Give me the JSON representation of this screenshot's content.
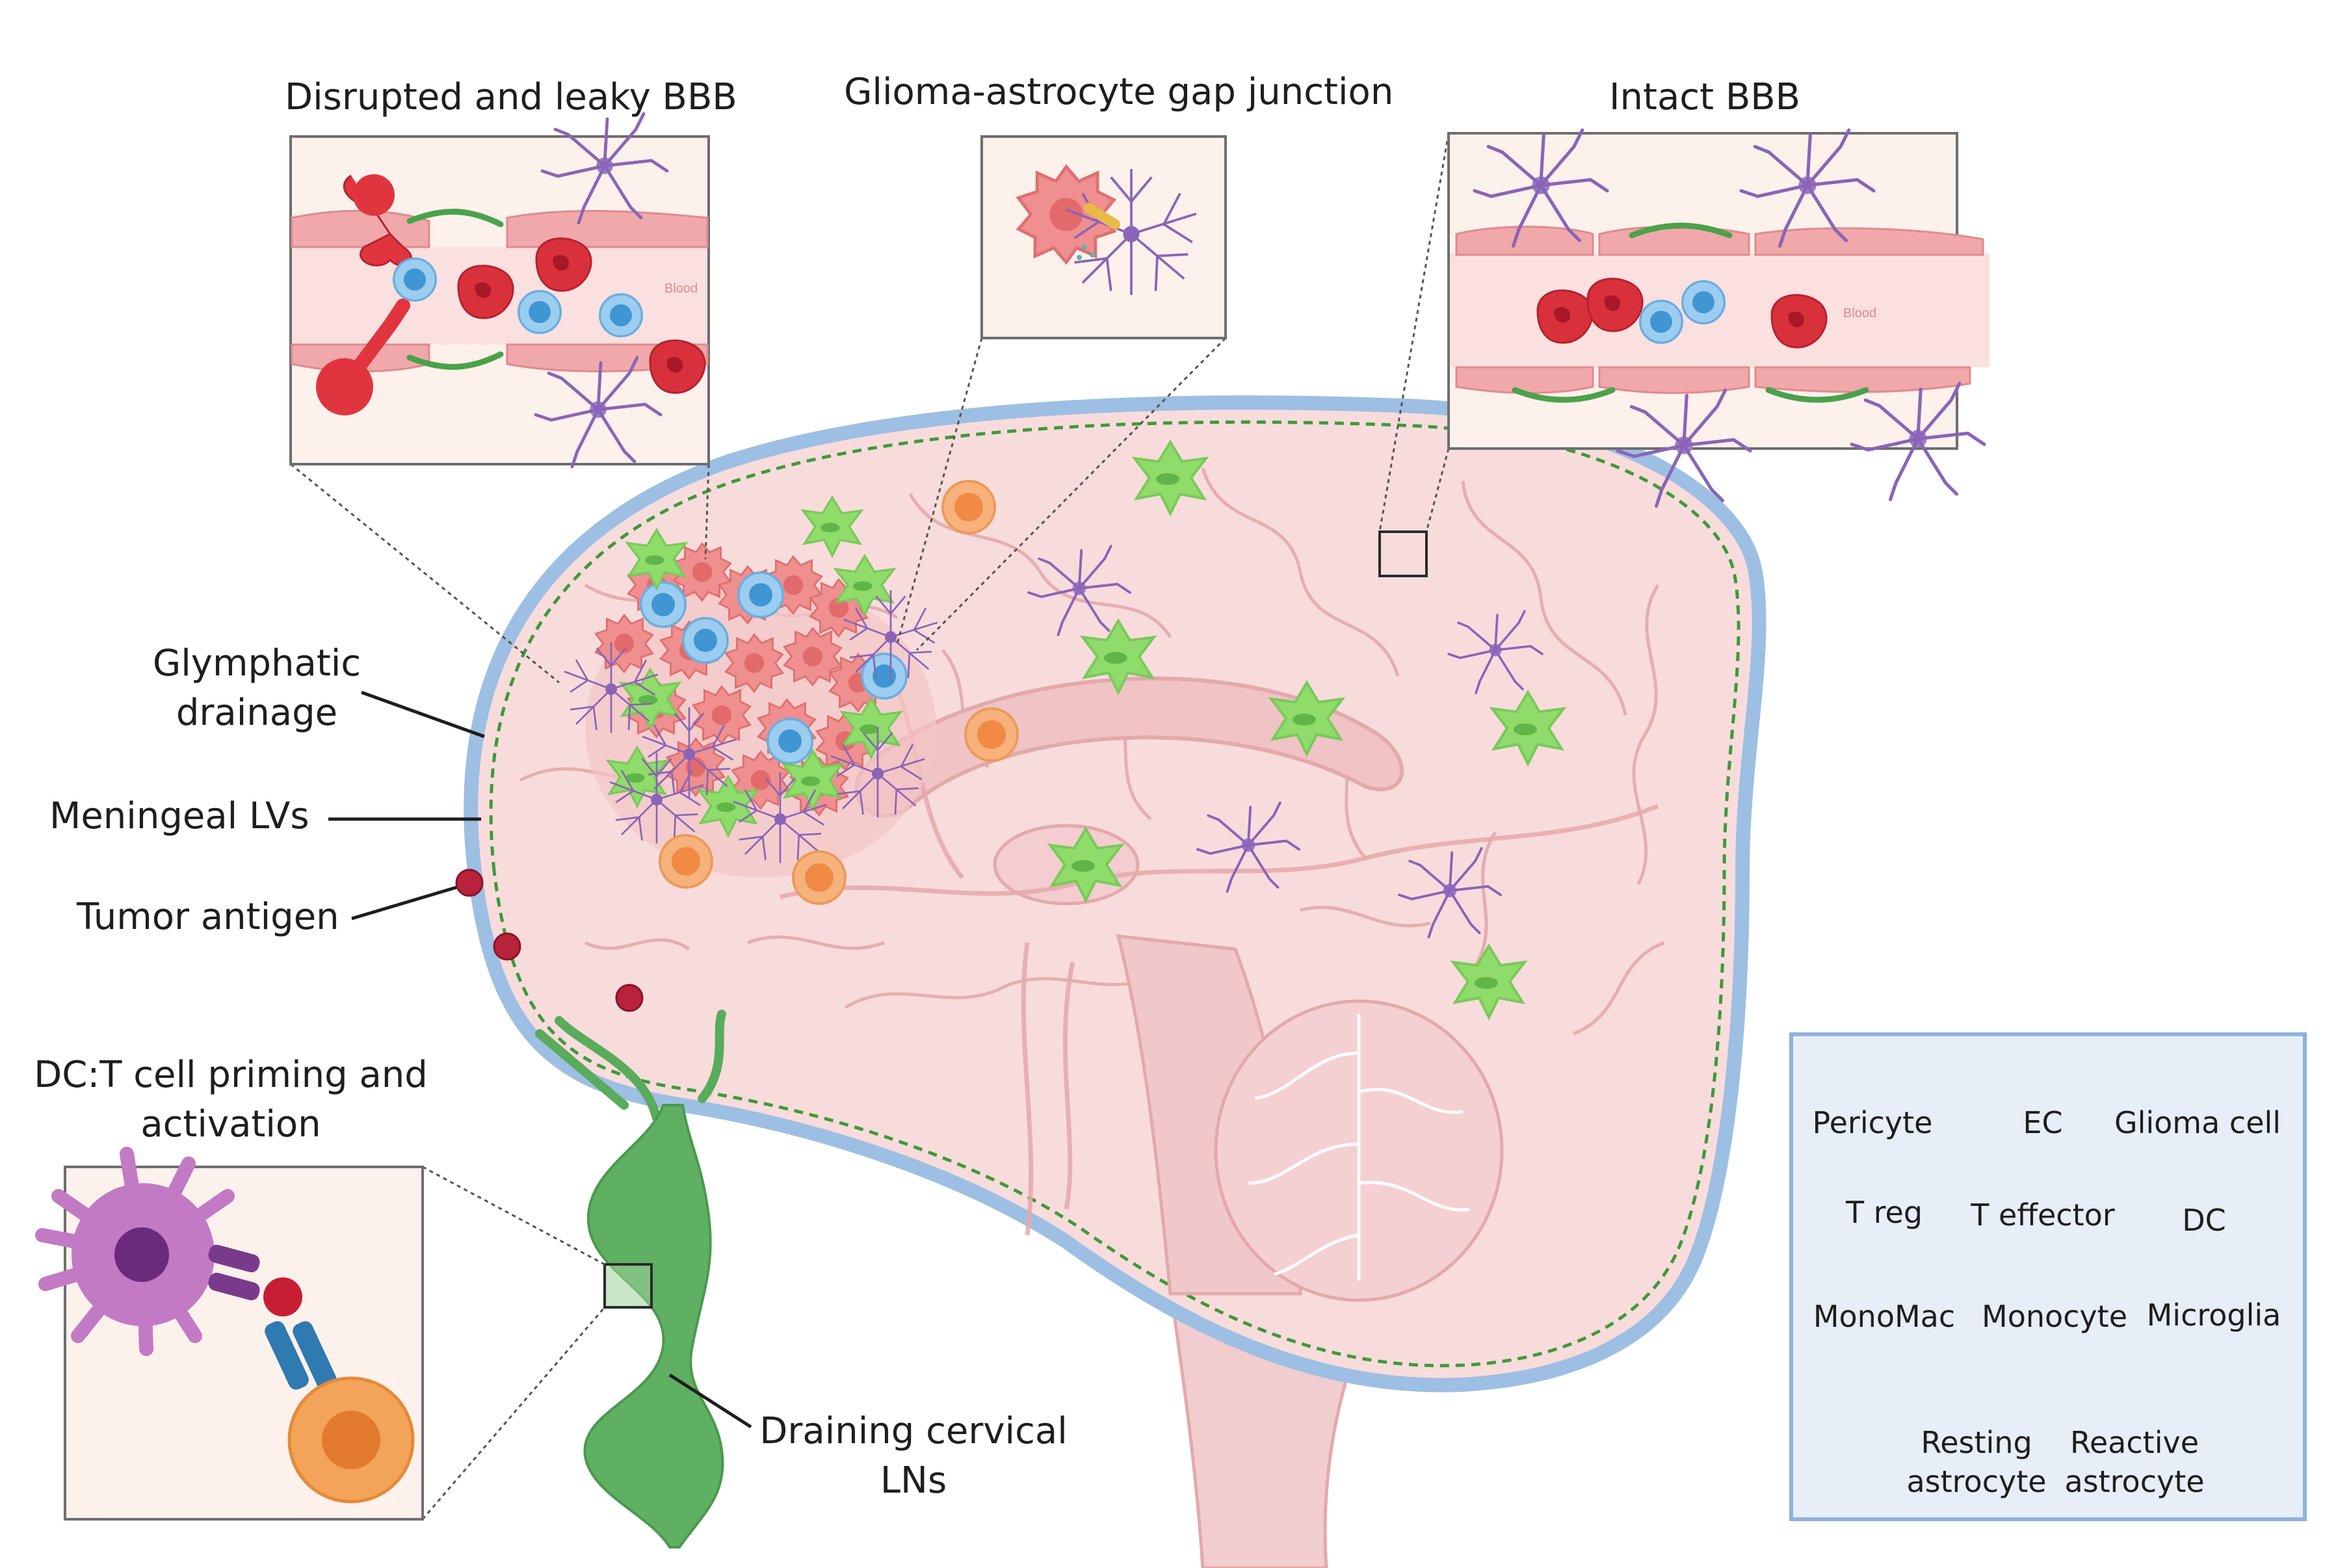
{
  "titles": {
    "disrupted_bbb": "Disrupted and leaky BBB",
    "gap_junction": "Glioma-astrocyte gap junction",
    "intact_bbb": "Intact BBB"
  },
  "inset_text": {
    "blood_left": "Blood",
    "blood_right": "Blood"
  },
  "labels": {
    "glymphatic_line1": "Glymphatic",
    "glymphatic_line2": "drainage",
    "meningeal_lvs": "Meningeal LVs",
    "tumor_antigen": "Tumor antigen",
    "dc_t_line1": "DC:T cell priming and",
    "dc_t_line2": "activation",
    "cervical_line1": "Draining cervical",
    "cervical_line2": "LNs"
  },
  "legend": {
    "items": [
      {
        "label": "Pericyte",
        "icon": "pericyte-icon"
      },
      {
        "label": "EC",
        "icon": "endothelial-cell-icon"
      },
      {
        "label": "Glioma cell",
        "icon": "glioma-cell-icon"
      },
      {
        "label": "T reg",
        "icon": "treg-cell-icon"
      },
      {
        "label": "T effector",
        "icon": "t-effector-cell-icon"
      },
      {
        "label": "DC",
        "icon": "dendritic-cell-icon"
      },
      {
        "label": "MonoMac",
        "icon": "monomac-icon"
      },
      {
        "label": "Monocyte",
        "icon": "monocyte-icon"
      },
      {
        "label": "Microglia",
        "icon": "microglia-icon"
      },
      {
        "label_line1": "Resting",
        "label_line2": "astrocyte",
        "icon": "resting-astrocyte-icon"
      },
      {
        "label_line1": "Reactive",
        "label_line2": "astrocyte",
        "icon": "reactive-astrocyte-icon"
      }
    ]
  },
  "colors": {
    "meninges": "#9dbfe3",
    "lymphatic_dash": "#3f9a3a",
    "brain_fill": "#f7d9d9",
    "brain_line": "#e3a9ab",
    "microglia": "#8fdc6a",
    "t_effector": "#f3a35a",
    "t_reg": "#4aa4d8",
    "monocyte": "#d9313c",
    "astrocyte": "#8a64b8",
    "dc": "#c27ac4",
    "lymph_node": "#59ac5c",
    "antigen": "#b8223a",
    "inset_bg": "#fdf1ec",
    "legend_bg": "#e7eef8",
    "legend_border": "#8fb1dc"
  }
}
